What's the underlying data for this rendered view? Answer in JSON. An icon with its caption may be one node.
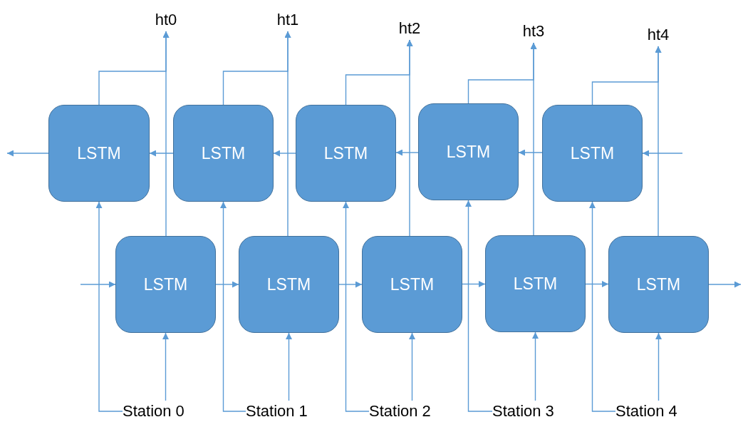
{
  "diagram": {
    "nodes": [
      {
        "text": [
          "ht0"
        ]
      },
      {
        "text": [
          "ht1"
        ]
      },
      {
        "text": [
          "ht2"
        ]
      },
      {
        "text": [
          "ht3"
        ]
      },
      {
        "text": [
          "ht4"
        ]
      },
      {
        "text": [
          "LSTM"
        ]
      },
      {
        "text": [
          "LSTM"
        ]
      },
      {
        "text": [
          "LSTM"
        ]
      },
      {
        "text": [
          "LSTM"
        ]
      },
      {
        "text": [
          "LSTM"
        ]
      },
      {
        "text": [
          "LSTM"
        ]
      },
      {
        "text": [
          "LSTM"
        ]
      },
      {
        "text": [
          "LSTM"
        ]
      },
      {
        "text": [
          "LSTM"
        ]
      },
      {
        "text": [
          "LSTM"
        ]
      },
      {
        "text": [
          "Station 0"
        ]
      },
      {
        "text": [
          "Station 1"
        ]
      },
      {
        "text": [
          "Station 2"
        ]
      },
      {
        "text": [
          "Station 3"
        ]
      },
      {
        "text": [
          "Station 4"
        ]
      }
    ],
    "edges": [
      {
        "from": 10,
        "to": 0,
        "arrow": "to"
      },
      {
        "from": 11,
        "to": 1,
        "arrow": "to"
      },
      {
        "from": 12,
        "to": 2,
        "arrow": "to"
      },
      {
        "from": 13,
        "to": 3,
        "arrow": "to"
      },
      {
        "from": 14,
        "to": 4,
        "arrow": "to"
      },
      {
        "from": 5,
        "to": 0,
        "arrow": "to"
      },
      {
        "from": 6,
        "to": 1,
        "arrow": "to"
      },
      {
        "from": 7,
        "to": 2,
        "arrow": "to"
      },
      {
        "from": 8,
        "to": 3,
        "arrow": "to"
      },
      {
        "from": 9,
        "to": 4,
        "arrow": "to"
      },
      {
        "from": 15,
        "to": 10,
        "arrow": "to"
      },
      {
        "from": 16,
        "to": 11,
        "arrow": "to"
      },
      {
        "from": 17,
        "to": 12,
        "arrow": "to"
      },
      {
        "from": 18,
        "to": 13,
        "arrow": "to"
      },
      {
        "from": 19,
        "to": 14,
        "arrow": "to"
      },
      {
        "from": 15,
        "to": 5,
        "arrow": "to"
      },
      {
        "from": 16,
        "to": 6,
        "arrow": "to"
      },
      {
        "from": 17,
        "to": 7,
        "arrow": "to"
      },
      {
        "from": 18,
        "to": 8,
        "arrow": "to"
      },
      {
        "from": 19,
        "to": 9,
        "arrow": "to"
      },
      {
        "from": null,
        "to": 10,
        "arrow": "to"
      },
      {
        "from": 10,
        "to": 11,
        "arrow": "to"
      },
      {
        "from": 11,
        "to": 12,
        "arrow": "to"
      },
      {
        "from": 12,
        "to": 13,
        "arrow": "to"
      },
      {
        "from": 13,
        "to": 14,
        "arrow": "to"
      },
      {
        "from": 14,
        "to": null,
        "arrow": "to"
      },
      {
        "from": null,
        "to": 9,
        "arrow": "to"
      },
      {
        "from": 9,
        "to": 8,
        "arrow": "to"
      },
      {
        "from": 8,
        "to": 7,
        "arrow": "to"
      },
      {
        "from": 7,
        "to": 6,
        "arrow": "to"
      },
      {
        "from": 6,
        "to": 5,
        "arrow": "to"
      },
      {
        "from": 5,
        "to": null,
        "arrow": "to"
      }
    ]
  }
}
